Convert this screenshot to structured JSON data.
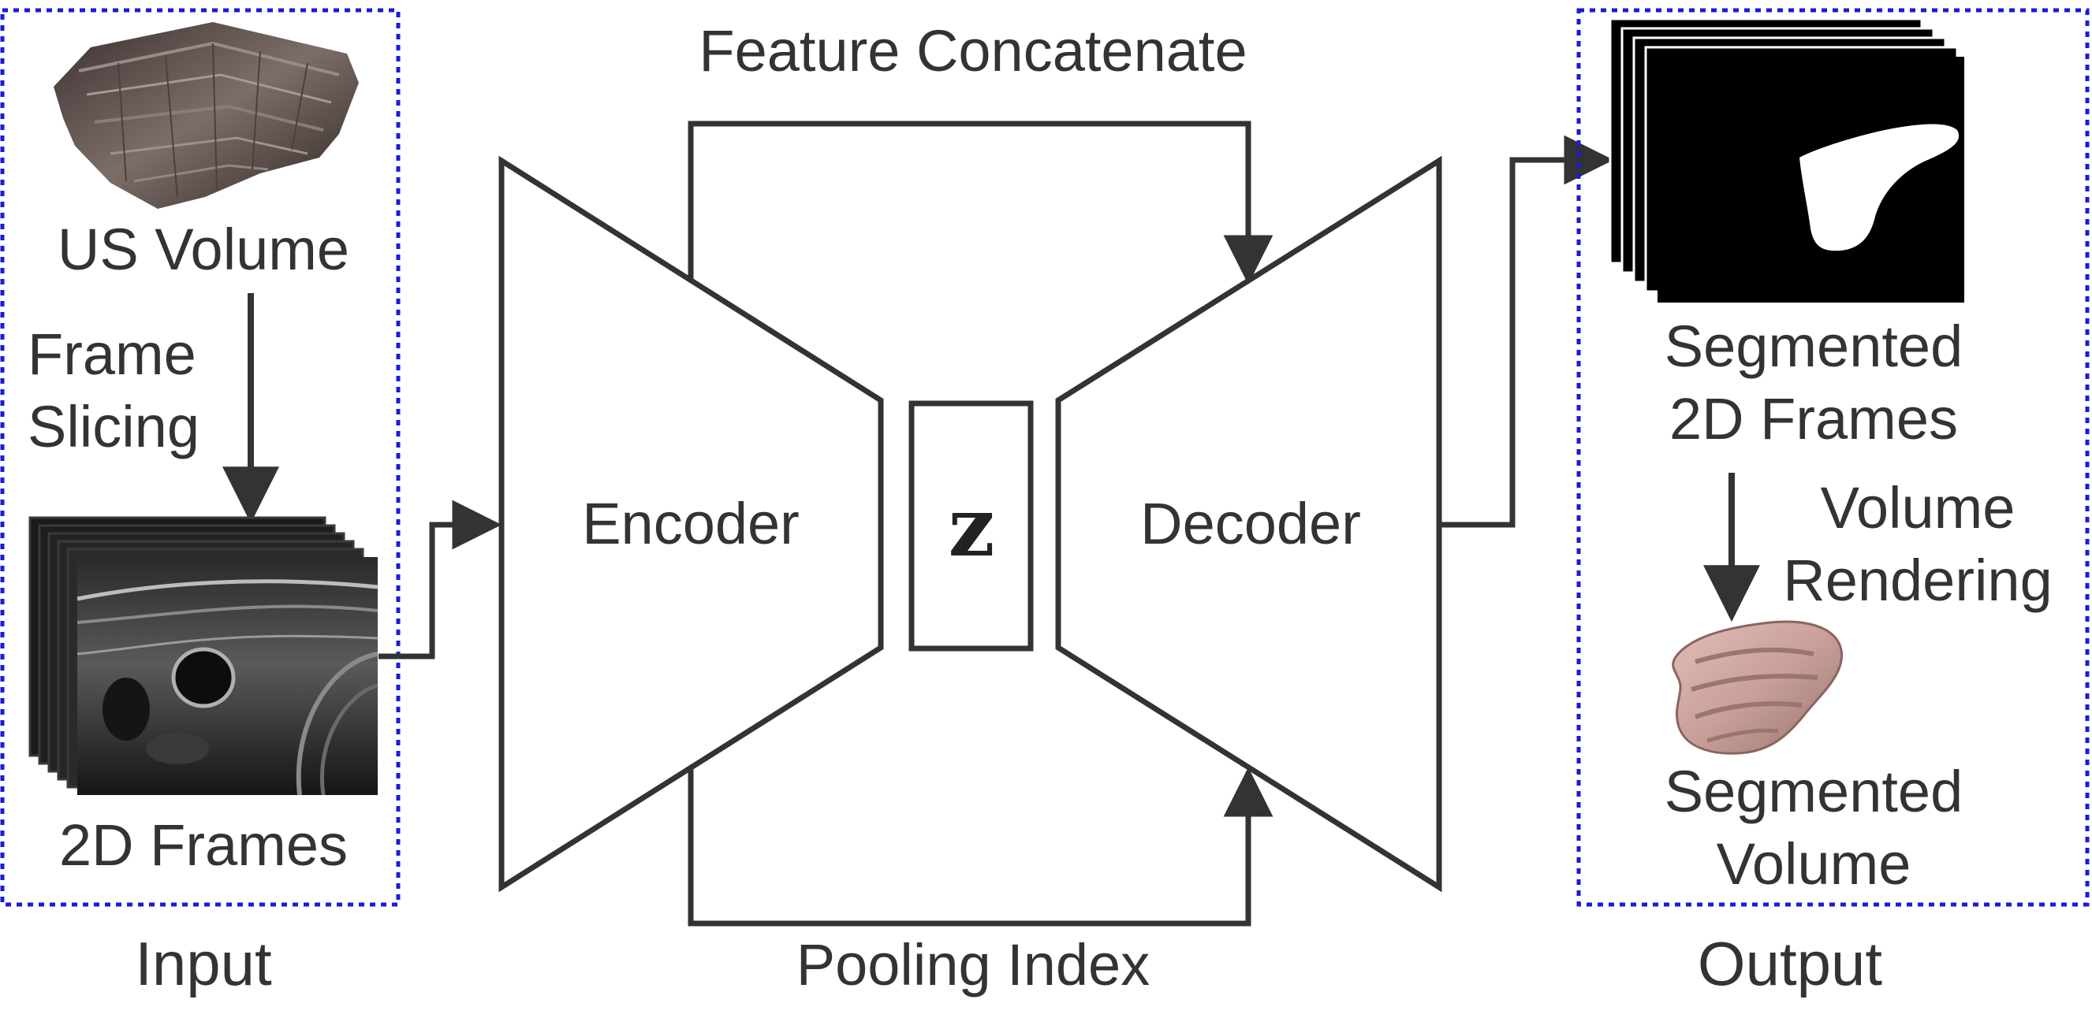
{
  "input_panel": {
    "caption": "Input",
    "us_volume_label": "US Volume",
    "frame_slicing_label": [
      "Frame",
      "Slicing"
    ],
    "frames_label": "2D Frames"
  },
  "network": {
    "encoder_label": "Encoder",
    "latent_label": "z",
    "decoder_label": "Decoder",
    "skip_top_label": "Feature Concatenate",
    "skip_bottom_label": "Pooling Index"
  },
  "output_panel": {
    "caption": "Output",
    "segmented_frames_label": [
      "Segmented",
      "2D Frames"
    ],
    "volume_rendering_label": [
      "Volume",
      "Rendering"
    ],
    "segmented_volume_label": [
      "Segmented",
      "Volume"
    ]
  },
  "colors": {
    "panel_border": "#1a1adc",
    "stroke": "#333333",
    "mask_fill": "#000000",
    "mesh_fill": "#c9a09a"
  },
  "icons": {
    "us_volume": "ultrasound-volume-icon",
    "frames": "ultrasound-frames-stack-icon",
    "mask_stack": "segmentation-mask-stack-icon",
    "volume_mesh": "rendered-volume-mesh-icon"
  }
}
